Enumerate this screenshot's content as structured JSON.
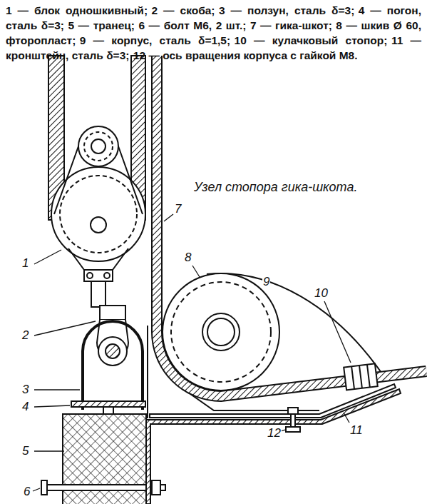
{
  "diagram": {
    "title": "Узел стопора гика-шкота.",
    "labels": [
      "1 — блок одношкивный;",
      "2 — скоба;",
      "3 — ползун, сталь δ=3;",
      "4 — погон, сталь δ=3;",
      "5 — транец;",
      "6 — болт М6, 2 шт.;",
      "7 — гика-шкот;",
      "8 — шкив Ø 60, фторопласт;",
      "9 — корпус, сталь δ=1,5;",
      "10 — кулачковый стопор;",
      "11 — кронштейн, сталь δ=3;",
      "12 — ось вращения корпуса с гайкой М8.",
      "1",
      "2",
      "3",
      "4",
      "5",
      "6",
      "7",
      "8",
      "9",
      "10",
      "11",
      "12"
    ]
  }
}
